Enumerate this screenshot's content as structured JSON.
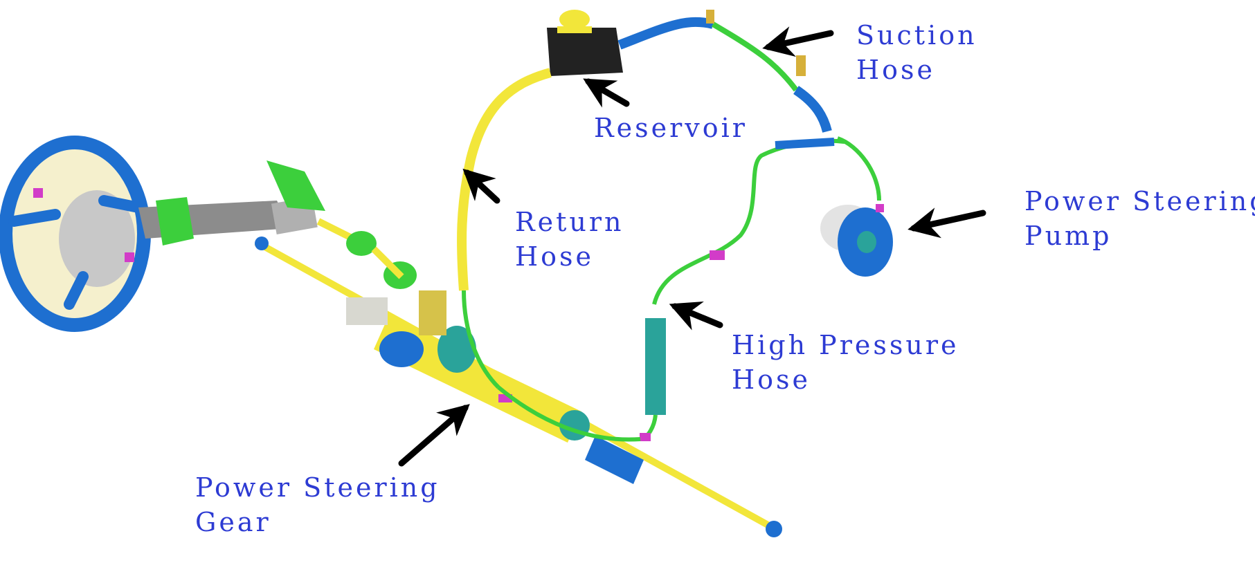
{
  "labels": {
    "suction_hose": {
      "line1": "Suction",
      "line2": "Hose"
    },
    "reservoir": {
      "line1": "Reservoir"
    },
    "return_hose": {
      "line1": "Return",
      "line2": "Hose"
    },
    "power_steering_pump": {
      "line1": "Power Steering",
      "line2": "Pump"
    },
    "high_pressure_hose": {
      "line1": "High Pressure",
      "line2": "Hose"
    },
    "power_steering_gear": {
      "line1": "Power Steering",
      "line2": "Gear"
    }
  },
  "colors": {
    "label_text": "#2d3bd3",
    "arrow": "#000000",
    "blue_part": "#1e6fd0",
    "yellow_part": "#f2e63a",
    "green_line": "#3ccf3c",
    "teal_part": "#2aa39a",
    "magenta_part": "#d23cc8",
    "gray_part": "#8c8c8c"
  }
}
